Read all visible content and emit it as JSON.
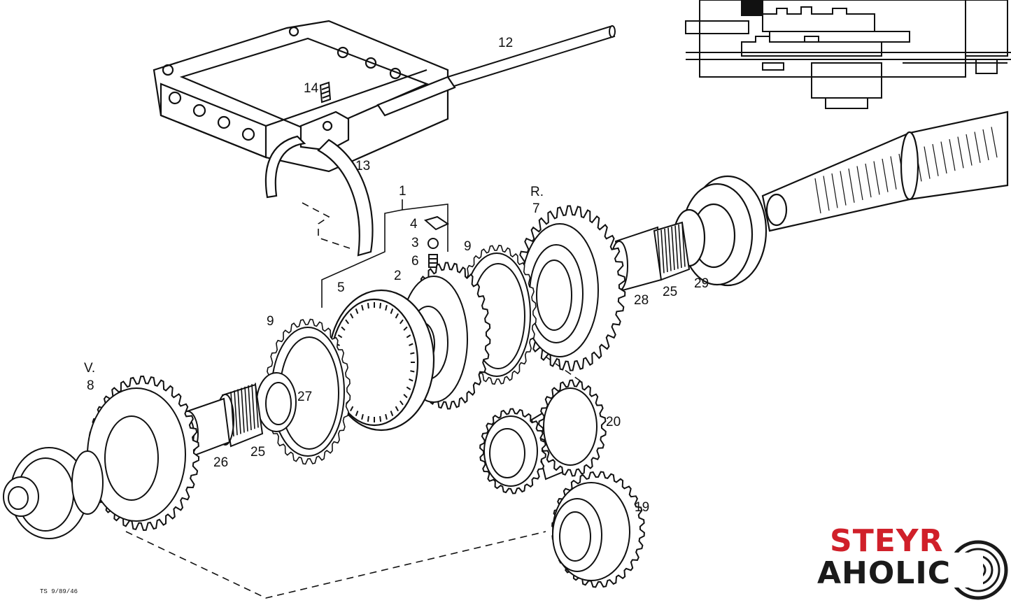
{
  "callouts": {
    "c1": "1",
    "c2": "2",
    "c3": "3",
    "c4": "4",
    "c5": "5",
    "c6": "6",
    "c7_prefix": "R.",
    "c7": "7",
    "c8_prefix": "V.",
    "c8": "8",
    "c9a": "9",
    "c9b": "9",
    "c12": "12",
    "c13": "13",
    "c14": "14",
    "c19": "19",
    "c20": "20",
    "c25a": "25",
    "c25b": "25",
    "c26": "26",
    "c27": "27",
    "c28": "28",
    "c29": "29"
  },
  "drawing_code": "TS 9/89/46",
  "logo": {
    "line1": "STEYR",
    "line2": "AHOLIC",
    "line1_color": "#d0202a",
    "line2_color": "#1a1a1a"
  },
  "colors": {
    "ink": "#111111",
    "paper": "#ffffff"
  }
}
